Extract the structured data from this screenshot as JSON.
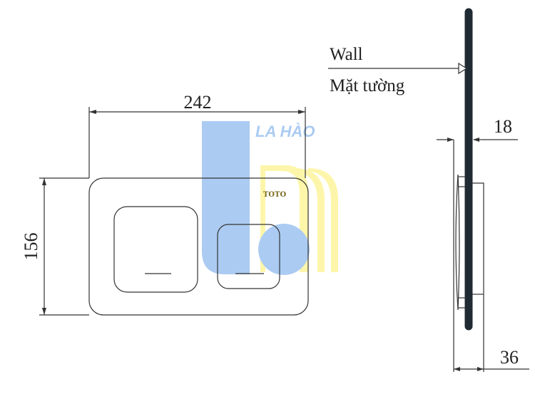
{
  "front_view": {
    "width_label": "242",
    "height_label": "156",
    "brand": "TOTO"
  },
  "side_view": {
    "wall_label_en": "Wall",
    "wall_label_vi": "Mặt tường",
    "wall_thickness_label": "18",
    "depth_label": "36"
  },
  "watermark": {
    "text": "LA HÀO",
    "colors": {
      "blue": "#9cc3f0",
      "yellow": "#fdf59a"
    }
  }
}
